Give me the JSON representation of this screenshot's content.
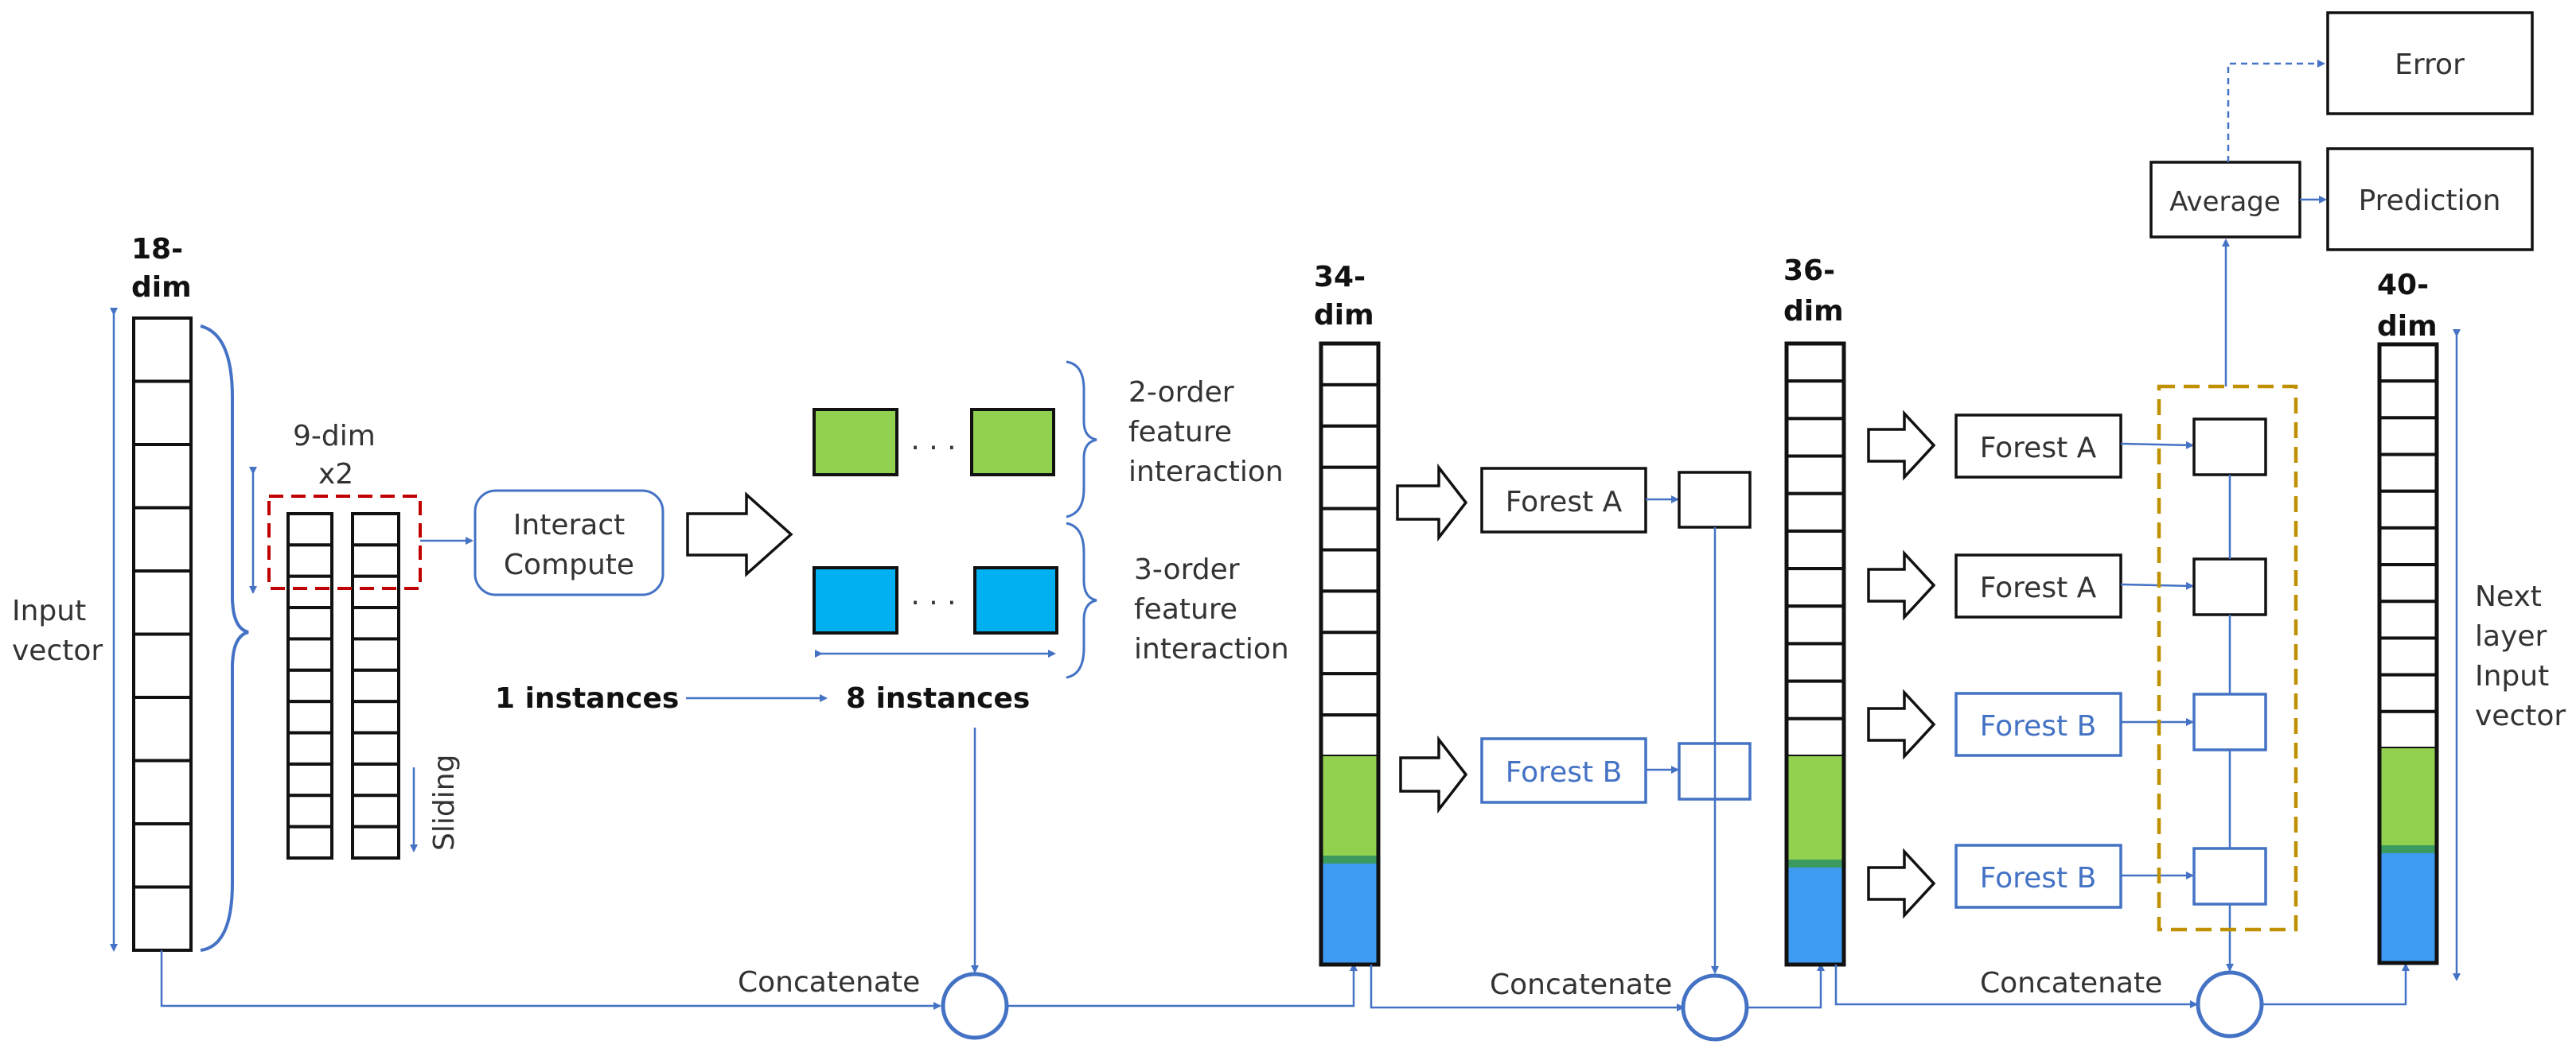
{
  "labels": {
    "dim18": [
      "18-",
      "dim"
    ],
    "input_vector": [
      "Input",
      "vector"
    ],
    "dim9": [
      "9-dim",
      "x2"
    ],
    "sliding": "Sliding",
    "interact": [
      "Interact",
      "Compute"
    ],
    "dots": "· · ·",
    "order2": [
      "2-order",
      "feature",
      "interaction"
    ],
    "order3": [
      "3-order",
      "feature",
      "interaction"
    ],
    "instances1": "1 instances",
    "instances8": "8 instances",
    "dim34": [
      "34-",
      "dim"
    ],
    "dim36": [
      "36-",
      "dim"
    ],
    "dim40": [
      "40-",
      "dim"
    ],
    "next_layer": [
      "Next",
      "layer",
      "Input",
      "vector"
    ],
    "concatenate": "Concatenate",
    "forest_a": "Forest A",
    "forest_b": "Forest B",
    "average": "Average",
    "prediction": "Prediction",
    "error": "Error"
  },
  "colors": {
    "black": "#111111",
    "blue_line": "#4472c4",
    "green": "#92d050",
    "blue_fill": "#00b0f0",
    "vec_blue": "#3d9bf2",
    "red_dash": "#c00000",
    "gold_dash": "#bf9000",
    "text": "#333333"
  }
}
